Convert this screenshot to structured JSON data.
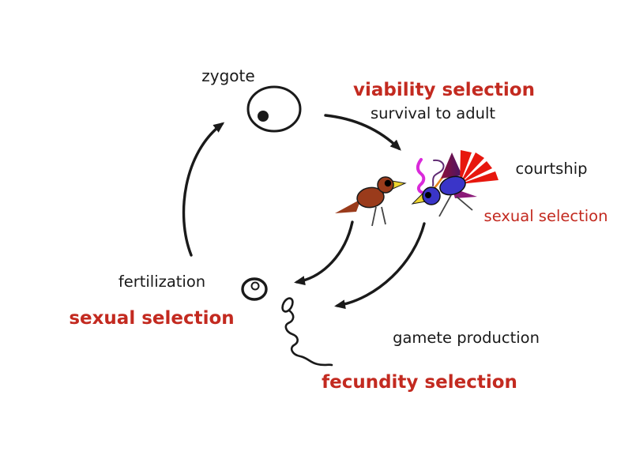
{
  "diagram": {
    "background": "#ffffff",
    "labels": {
      "zygote": "zygote",
      "viability_selection": "viability selection",
      "survival_to_adult": "survival to adult",
      "courtship": "courtship",
      "sexual_selection_right": "sexual selection",
      "fertilization": "fertilization",
      "sexual_selection_left": "sexual selection",
      "gamete_production": "gamete production",
      "fecundity_selection": "fecundity selection"
    },
    "colors": {
      "ink": "#1a1a1a",
      "highlight_red": "#c32a20",
      "bird_brown": "#9a3b1b",
      "bird_blue": "#3a35c8",
      "fan_red": "#e7170e",
      "plume_magenta": "#da2ada",
      "plume_purple": "#5f2a72",
      "plume_orange": "#e2851b",
      "crest_purple_dark": "#4a1468",
      "crest_maroon": "#8c1038",
      "tail_magenta": "#8b1a78",
      "beak_yellow": "#efd52f"
    },
    "icons": {
      "zygote_cell": "zygote-cell-icon",
      "egg_cell": "egg-cell-icon",
      "sperm_cell": "sperm-cell-icon",
      "plain_bird": "plain-brown-bird-icon",
      "display_bird": "ornamented-display-bird-icon",
      "arrows": "life-cycle-curved-arrow-icons"
    }
  }
}
